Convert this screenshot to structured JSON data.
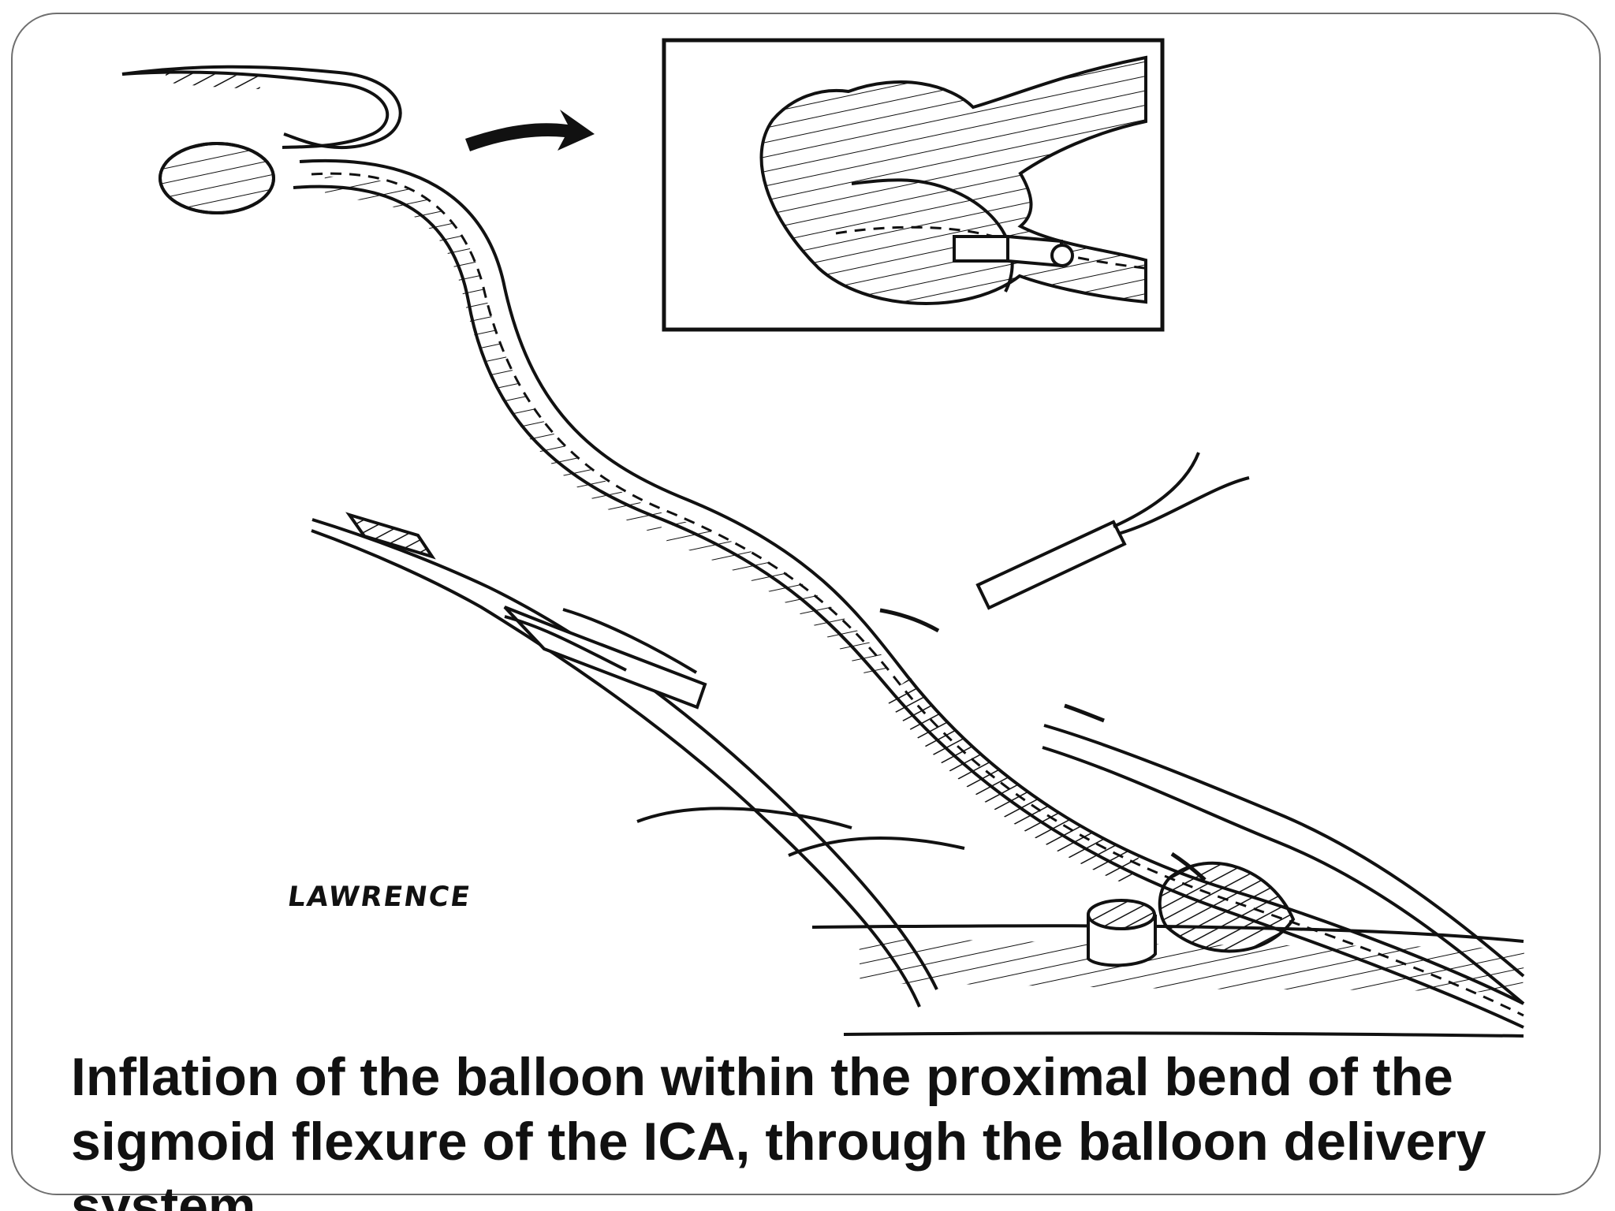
{
  "slide": {
    "signature": "LAWRENCE",
    "caption": "Inflation of the balloon within the proximal bend of the sigmoid flexure of the ICA, through the balloon delivery system"
  },
  "icons": {
    "arrow": "arrow-icon",
    "inset": "inset-magnifier-illustration"
  },
  "colors": {
    "background": "#ffffff",
    "ink": "#111111",
    "frame": "#6f6f6f"
  }
}
